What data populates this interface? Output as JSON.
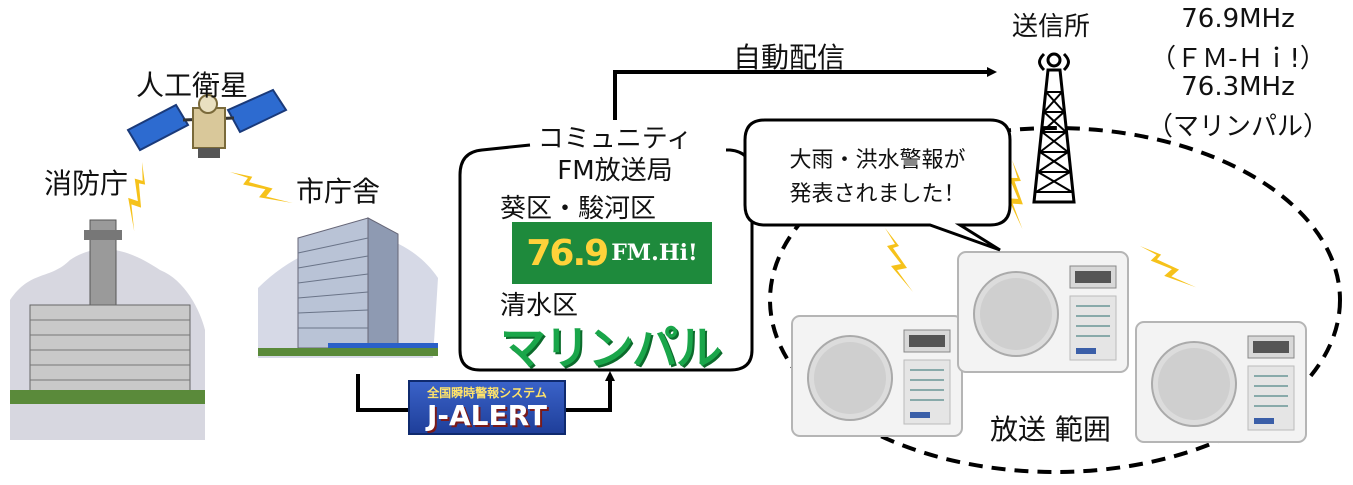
{
  "labels": {
    "satellite": "人工衛星",
    "fire_dept": "消防庁",
    "city_hall": "市庁舎",
    "auto_delivery": "自動配信",
    "transmitter": "送信所",
    "freq1": "76.9MHz",
    "freq1_name": "（ＦＭ-Ｈｉ!）",
    "freq2": "76.3MHz",
    "freq2_name": "（マリンパル）",
    "station_line1": "コミュニティ",
    "station_line2": "FM放送局",
    "area1": "葵区・駿河区",
    "area2": "清水区",
    "bubble_line1": "大雨・洪水警報が",
    "bubble_line2": "発表されました！",
    "coverage": "放送 範囲"
  },
  "logos": {
    "fm_hi_num": "76.9",
    "fm_hi_text": "FM.Hi!",
    "marinepal": "マリンパル",
    "jalert_small": "全国瞬時警報システム",
    "jalert_big": "J-ALERT"
  },
  "colors": {
    "lightning": "#f6c21a",
    "fm_green": "#1e8a3c",
    "marine_green": "#1aa64a",
    "jalert_blue": "#2a4fb8"
  },
  "icons": {
    "satellite": "satellite-icon",
    "building": "building-icon",
    "tower": "tower-icon",
    "radio": "radio-icon",
    "lightning": "lightning-icon"
  }
}
